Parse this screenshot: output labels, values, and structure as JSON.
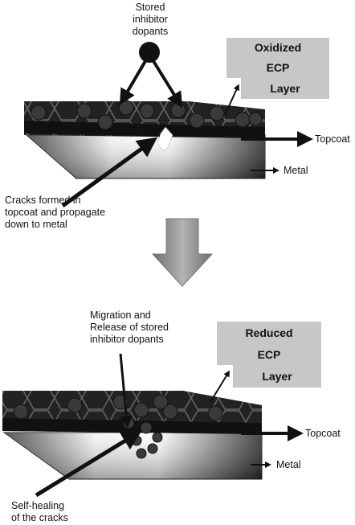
{
  "top_panel": {
    "stored_label": [
      "Stored",
      "inhibitor",
      "dopants"
    ],
    "ecp_lines": [
      "Oxidized",
      "ECP",
      "Layer"
    ],
    "topcoat_label": "Topcoat",
    "metal_label": "Metal",
    "cracks_label": [
      "Cracks formed in",
      "topcoat and propagate",
      "down to metal"
    ]
  },
  "bottom_panel": {
    "migration_label": [
      "Migration and",
      "Release of stored",
      "inhibitor dopants"
    ],
    "ecp_lines": [
      "Reduced",
      "ECP",
      "Layer"
    ],
    "topcoat_label": "Topcoat",
    "metal_label": "Metal",
    "healing_label": [
      "Self-healing",
      "of the cracks"
    ]
  },
  "colors": {
    "ecp_box": "#c7c7c7",
    "arrow": "#111111",
    "down_arrow": "#8f8f8f"
  }
}
